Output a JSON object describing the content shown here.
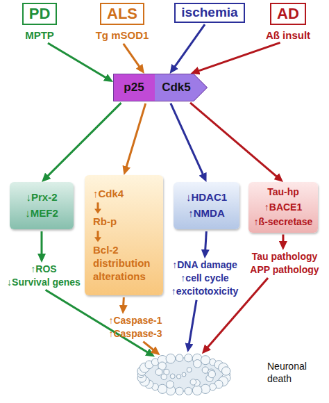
{
  "diagram": {
    "nodes": [
      {
        "text": [
          "PD",
          "MPTP"
        ]
      },
      {
        "text": [
          "ALS",
          "Tg mSOD1"
        ]
      },
      {
        "text": [
          "ischemia"
        ]
      },
      {
        "text": [
          "AD",
          "Aß insult"
        ]
      },
      {
        "text": [
          "p25",
          "Cdk5"
        ]
      },
      {
        "text": [
          "↓Prx-2",
          "↓MEF2"
        ]
      },
      {
        "text": [
          "↑Cdk4",
          "Rb-p",
          "Bcl-2 distribution alterations"
        ]
      },
      {
        "text": [
          "↓HDAC1",
          "↑NMDA"
        ]
      },
      {
        "text": [
          "Tau-hp",
          "↑BACE1",
          "↑ß-secretase"
        ]
      },
      {
        "text": [
          "↑ROS",
          "↓Survival genes"
        ]
      },
      {
        "text": [
          "↑Caspase-1",
          "↑Caspase-3"
        ]
      },
      {
        "text": [
          "↑DNA damage",
          "↑cell cycle",
          "↑excitotoxicity"
        ]
      },
      {
        "text": [
          "Tau pathology",
          "APP pathology"
        ]
      },
      {
        "text": [
          "Neuronal death"
        ]
      }
    ],
    "edges": [
      {
        "from": 0,
        "to": 4,
        "arrow": "to"
      },
      {
        "from": 1,
        "to": 4,
        "arrow": "to"
      },
      {
        "from": 2,
        "to": 4,
        "arrow": "to"
      },
      {
        "from": 3,
        "to": 4,
        "arrow": "to"
      },
      {
        "from": 4,
        "to": 5,
        "arrow": "to"
      },
      {
        "from": 4,
        "to": 6,
        "arrow": "to"
      },
      {
        "from": 4,
        "to": 7,
        "arrow": "to"
      },
      {
        "from": 4,
        "to": 8,
        "arrow": "to"
      },
      {
        "from": 5,
        "to": 9,
        "arrow": "to"
      },
      {
        "from": 6,
        "to": 10,
        "arrow": "to"
      },
      {
        "from": 7,
        "to": 11,
        "arrow": "to"
      },
      {
        "from": 8,
        "to": 12,
        "arrow": "to"
      },
      {
        "from": 9,
        "to": 13,
        "arrow": "to"
      },
      {
        "from": 10,
        "to": 13,
        "arrow": "to"
      },
      {
        "from": 11,
        "to": 13,
        "arrow": "to"
      },
      {
        "from": 12,
        "to": 13,
        "arrow": "to"
      }
    ]
  }
}
